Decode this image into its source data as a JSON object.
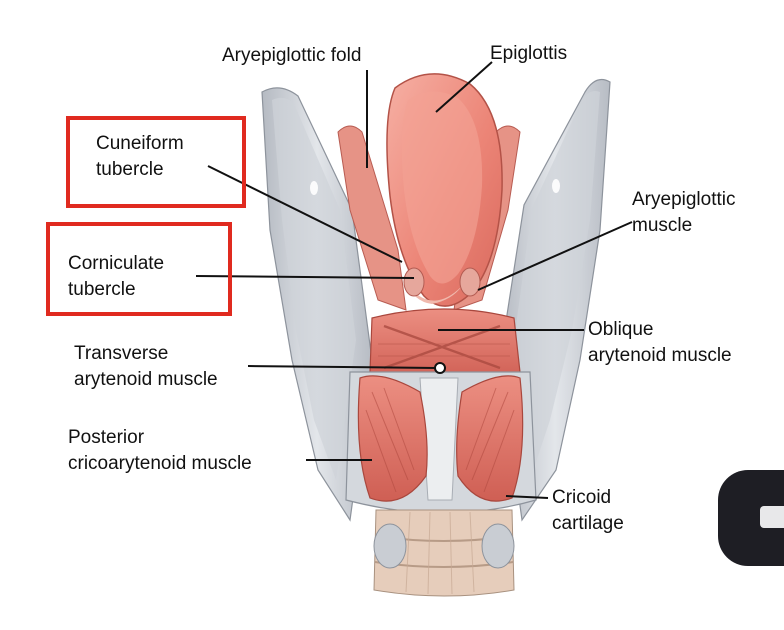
{
  "labels": {
    "aryepiglottic_fold": "Aryepiglottic fold",
    "epiglottis": "Epiglottis",
    "cuneiform_line1": "Cuneiform",
    "cuneiform_line2": "tubercle",
    "corniculate_line1": "Corniculate",
    "corniculate_line2": "tubercle",
    "aryepiglottic_muscle_line1": "Aryepiglottic",
    "aryepiglottic_muscle_line2": "muscle",
    "oblique_line1": "Oblique",
    "oblique_line2": "arytenoid muscle",
    "transverse_line1": "Transverse",
    "transverse_line2": "arytenoid muscle",
    "posterior_line1": "Posterior",
    "posterior_line2": "cricoarytenoid muscle",
    "cricoid_line1": "Cricoid",
    "cricoid_line2": "cartilage"
  },
  "colors": {
    "highlight": "#e02a1f",
    "muscle": "#e07a6c",
    "muscle_dark": "#c8584d",
    "cartilage": "#c9cdd3",
    "cartilage_light": "#e4e7ea",
    "epiglottis": "#ef8d80",
    "trachea": "#e6cdbb"
  },
  "floating_button": {
    "icon": "rounded-rect-icon"
  }
}
